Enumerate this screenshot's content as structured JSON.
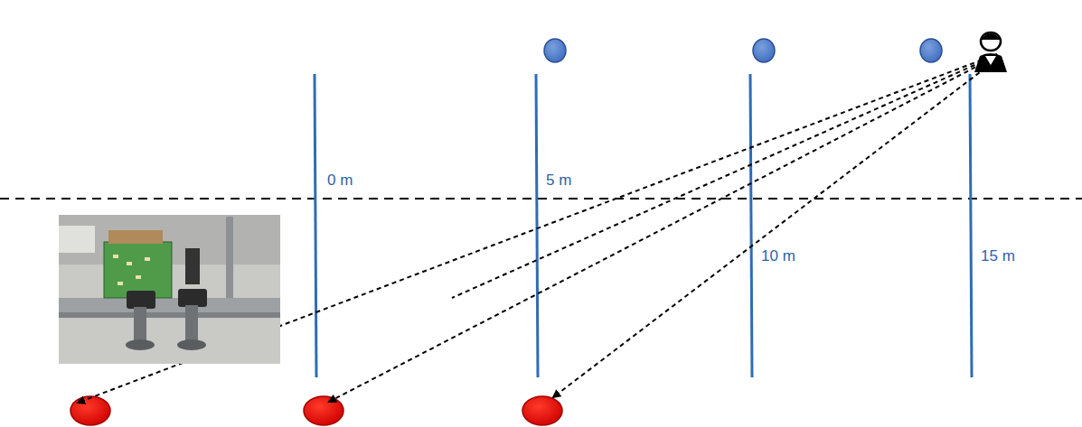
{
  "diagram": {
    "labels": [
      "0 m",
      "5 m",
      "10 m",
      "15 m"
    ]
  }
}
